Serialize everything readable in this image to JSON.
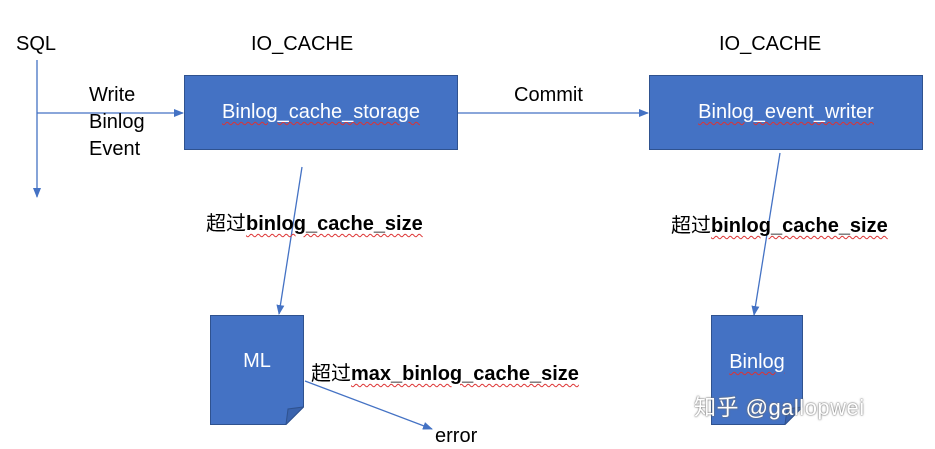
{
  "labels": {
    "sql": "SQL",
    "io_cache_left": "IO_CACHE",
    "io_cache_right": "IO_CACHE",
    "write_binlog_event": [
      "Write",
      "Binlog",
      "Event"
    ],
    "commit": "Commit",
    "error": "error"
  },
  "nodes": {
    "binlog_cache_storage": "Binlog_cache_storage",
    "binlog_event_writer": "Binlog_event_writer",
    "ml": "ML",
    "binlog": "Binlog"
  },
  "edges": {
    "storage_to_ml": {
      "prefix": "超过",
      "term": "binlog_cache_size"
    },
    "writer_to_binlog": {
      "prefix": "超过",
      "term": "binlog_cache_size"
    },
    "ml_to_error": {
      "prefix": "超过",
      "term": "max_binlog_cache_size"
    }
  },
  "watermark": "知乎 @gallopwei",
  "colors": {
    "box_fill": "#4472c4",
    "arrow": "#4472c4",
    "box_text": "#ffffff"
  }
}
